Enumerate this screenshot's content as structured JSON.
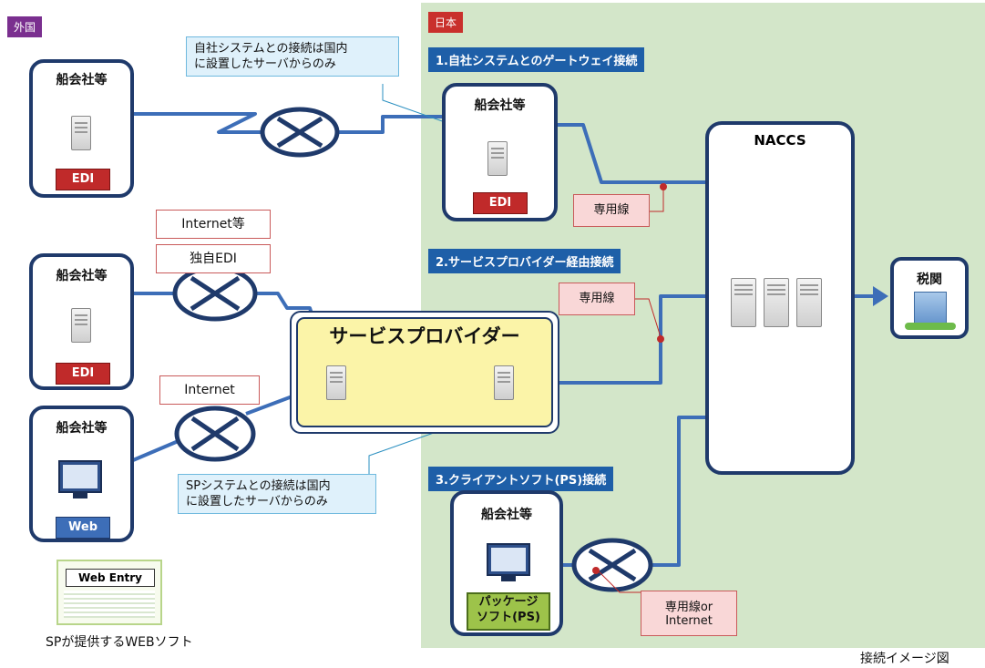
{
  "regions": {
    "foreign": "外国",
    "japan": "日本"
  },
  "sections": {
    "s1": "1.自社システムとのゲートウェイ接続",
    "s2": "2.サービスプロバイダー経由接続",
    "s3": "3.クライアントソフト(PS)接続"
  },
  "boxes": {
    "shipping_label": "船会社等",
    "edi_badge": "EDI",
    "web_badge": "Web",
    "package_badge_line1": "パッケージ",
    "package_badge_line2": "ソフト(PS)"
  },
  "notes": {
    "gateway_note_line1": "自社システムとの接続は国内",
    "gateway_note_line2": "に設置したサーバからのみ",
    "sp_note_line1": "SPシステムとの接続は国内",
    "sp_note_line2": "に設置したサーバからのみ",
    "leased_line": "専用線",
    "leased_line_2": "専用線",
    "leased_or_internet_line1": "専用線or",
    "leased_or_internet_line2": "Internet",
    "internet_etc": "Internet等",
    "own_edi": "独自EDI",
    "internet": "Internet"
  },
  "service_provider": "サービスプロバイダー",
  "naccs": "NACCS",
  "customs": "税関",
  "web_entry": {
    "label": "Web Entry",
    "caption": "SPが提供するWEBソフト"
  },
  "figure_caption": "接続イメージ図",
  "colors": {
    "line": "#3d6eb8",
    "box_border": "#1f3a6b",
    "japan_bg": "#d3e6c9",
    "sp_fill": "#fbf4a8"
  }
}
